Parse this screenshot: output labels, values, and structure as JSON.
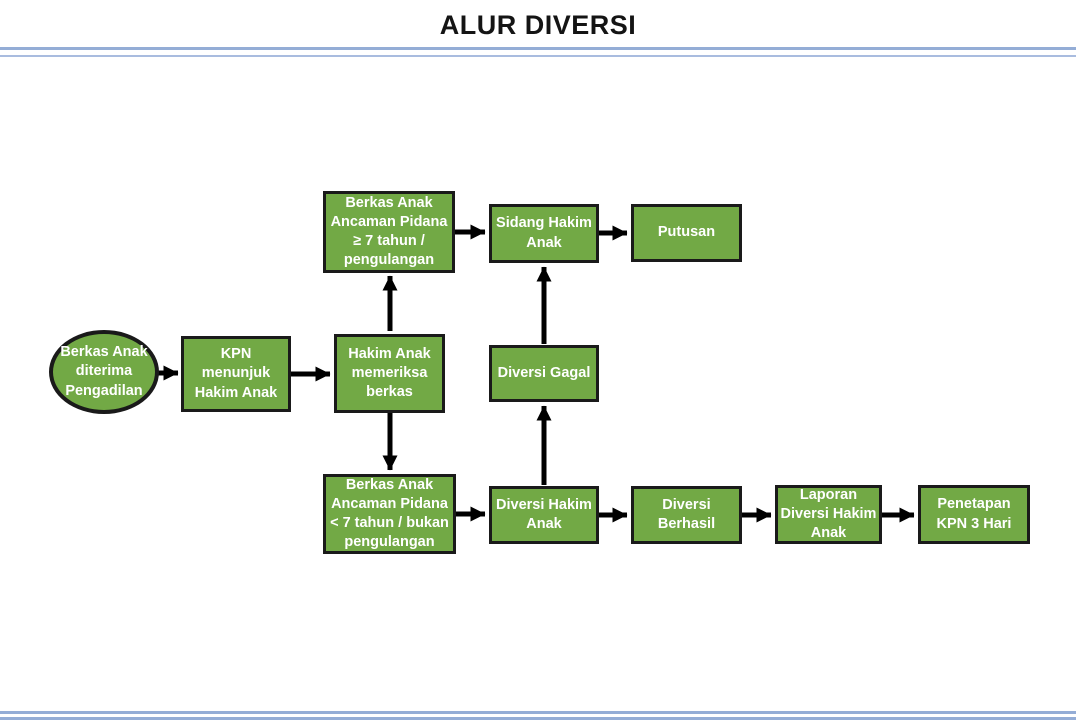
{
  "title": "ALUR DIVERSI",
  "colors": {
    "node_fill": "#72A945",
    "node_border": "#1a1a1a",
    "node_text": "#ffffff",
    "rule_blue": "#94ADD6",
    "rule_blue_light": "#A9BCDF",
    "arrow": "#000000"
  },
  "nodes": {
    "start": {
      "shape": "ellipse",
      "label": "Berkas Anak\nditerima\nPengadilan"
    },
    "kpn": {
      "shape": "rectangle",
      "label": "KPN menunjuk\nHakim Anak"
    },
    "periksa": {
      "shape": "rectangle",
      "label": "Hakim Anak\nmemeriksa\nberkas"
    },
    "ge7": {
      "shape": "rectangle",
      "label": "Berkas Anak\nAncaman Pidana\n≥ 7 tahun /\npengulangan"
    },
    "sidang": {
      "shape": "rectangle",
      "label": "Sidang Hakim\nAnak"
    },
    "putusan": {
      "shape": "rectangle",
      "label": "Putusan"
    },
    "gagal": {
      "shape": "rectangle",
      "label": "Diversi Gagal"
    },
    "lt7": {
      "shape": "rectangle",
      "label": "Berkas Anak\nAncaman Pidana\n< 7 tahun / bukan\npengulangan"
    },
    "dhakim": {
      "shape": "rectangle",
      "label": "Diversi Hakim\nAnak"
    },
    "berhasil": {
      "shape": "rectangle",
      "label": "Diversi\nBerhasil"
    },
    "laporan": {
      "shape": "rectangle",
      "label": "Laporan\nDiversi Hakim\nAnak"
    },
    "penetapan": {
      "shape": "rectangle",
      "label": "Penetapan\nKPN 3 Hari"
    }
  },
  "edges": [
    {
      "from": "start",
      "to": "kpn"
    },
    {
      "from": "kpn",
      "to": "periksa"
    },
    {
      "from": "periksa",
      "to": "ge7"
    },
    {
      "from": "ge7",
      "to": "sidang"
    },
    {
      "from": "sidang",
      "to": "putusan"
    },
    {
      "from": "periksa",
      "to": "lt7"
    },
    {
      "from": "lt7",
      "to": "dhakim"
    },
    {
      "from": "dhakim",
      "to": "gagal"
    },
    {
      "from": "gagal",
      "to": "sidang"
    },
    {
      "from": "dhakim",
      "to": "berhasil"
    },
    {
      "from": "berhasil",
      "to": "laporan"
    },
    {
      "from": "laporan",
      "to": "penetapan"
    }
  ]
}
